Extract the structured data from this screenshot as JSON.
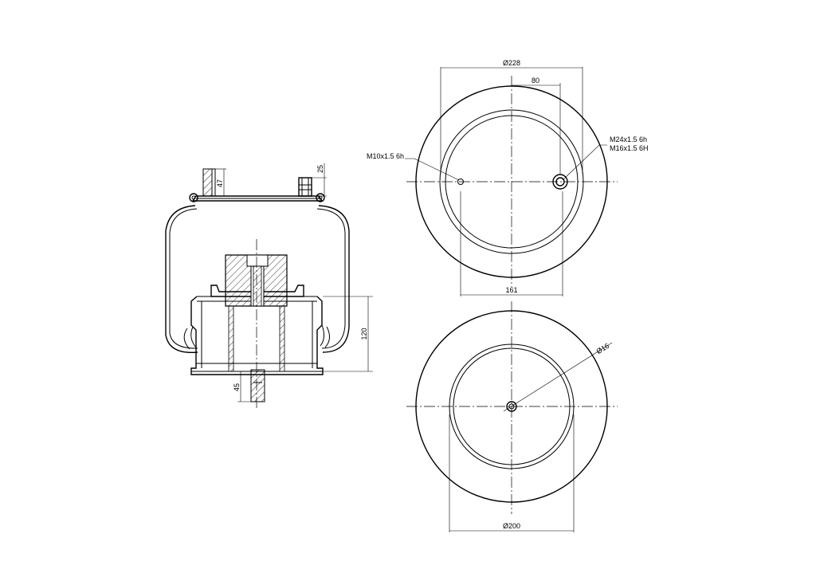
{
  "dimensions": {
    "top_outer_diameter": "Ø228",
    "top_offset": "80",
    "top_plate_width": "161",
    "thread_small": "M10x1.5 6h",
    "thread_large_1": "M24x1.5 6h",
    "thread_large_2": "M16x1.5 6H",
    "bottom_outer_diameter": "Ø200",
    "bottom_hole": "Ø16",
    "stud_height": "47",
    "fitting_height": "25",
    "piston_height": "120",
    "bottom_stud_height": "45"
  },
  "colors": {
    "line": "#000000",
    "background": "#ffffff"
  }
}
